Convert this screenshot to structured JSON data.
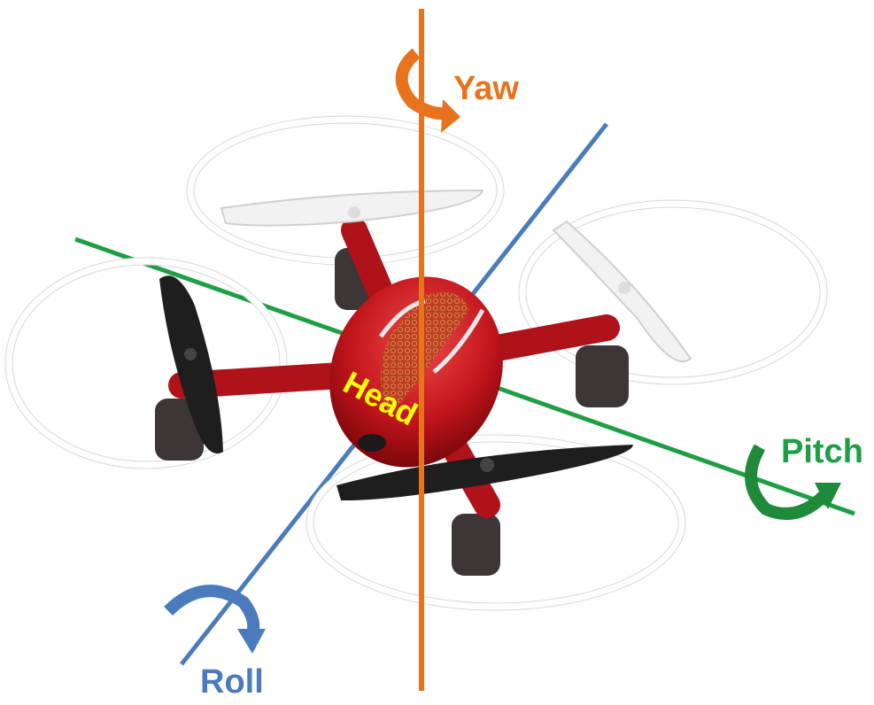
{
  "labels": {
    "yaw": "Yaw",
    "pitch": "Pitch",
    "roll": "Roll",
    "head": "Head"
  },
  "colors": {
    "yaw": "#e8731e",
    "pitch": "#1f9e45",
    "roll": "#4a7bbd",
    "head": "#ffff00",
    "body": "#c0141b",
    "guard": "#ffffff"
  }
}
